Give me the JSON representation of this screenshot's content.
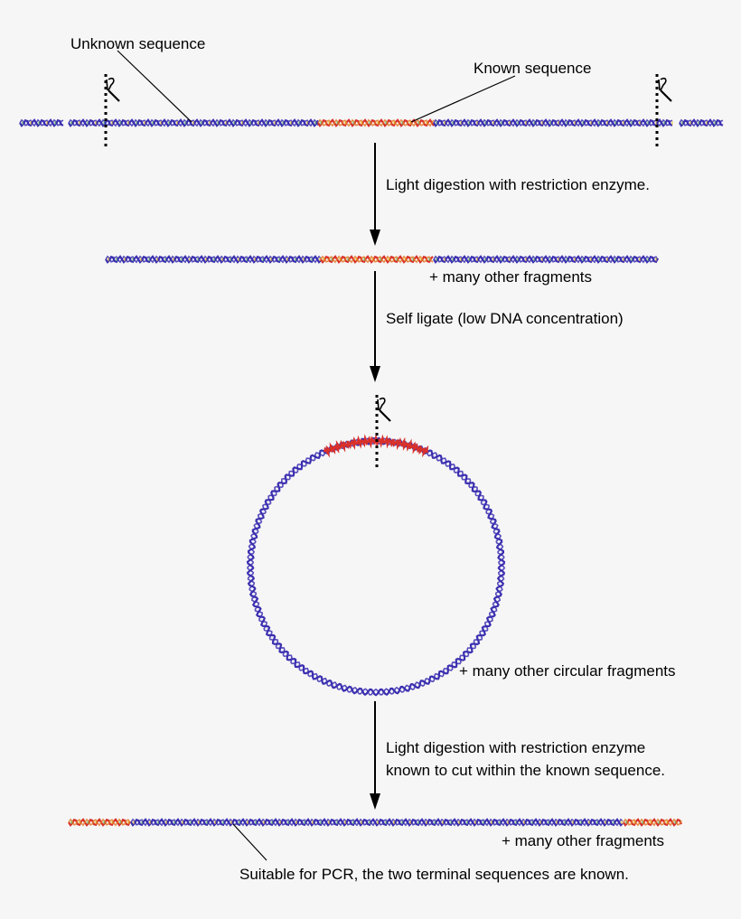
{
  "labels": {
    "unknown_sequence": "Unknown sequence",
    "known_sequence": "Known sequence",
    "step1": "Light digestion with restriction enzyme.",
    "fragments1": "+ many other fragments",
    "step2": "Self ligate (low DNA concentration)",
    "circular_fragments": "+ many other circular fragments",
    "step3_line1": "Light digestion with restriction enzyme",
    "step3_line2": "known to cut within the known sequence.",
    "fragments2": "+ many other fragments",
    "result": "Suitable for PCR, the two terminal sequences are known."
  },
  "colors": {
    "unknown_dna": "#3b2fb0",
    "known_dna": "#d8302a",
    "accent_green": "#6bbf6b",
    "accent_yellow": "#e8c030",
    "line": "#000000",
    "background": "#f6f6f6"
  },
  "icons": [
    "scissors-icon",
    "arrow-down-icon"
  ]
}
